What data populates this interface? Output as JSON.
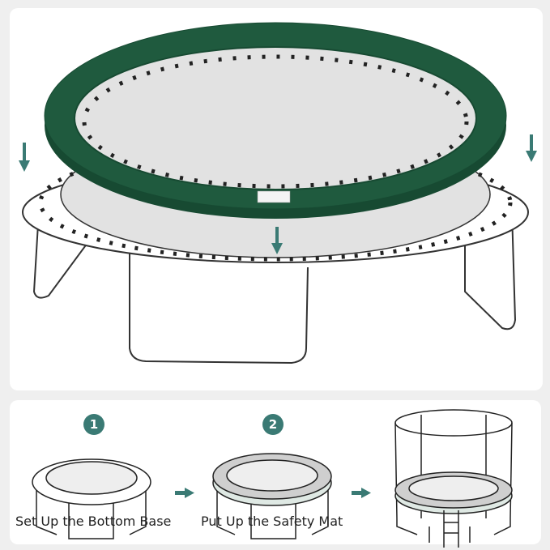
{
  "colors": {
    "pad": "#1f5a3e",
    "accent": "#3a7a74",
    "mat": "#e2e2e2",
    "background": "#efefef"
  },
  "steps": [
    {
      "number": "1",
      "label": "Set Up the Bottom Base"
    },
    {
      "number": "2",
      "label": "Put Up the Safety Mat"
    }
  ],
  "icons": [
    "down-arrow-icon",
    "right-arrow-icon"
  ]
}
